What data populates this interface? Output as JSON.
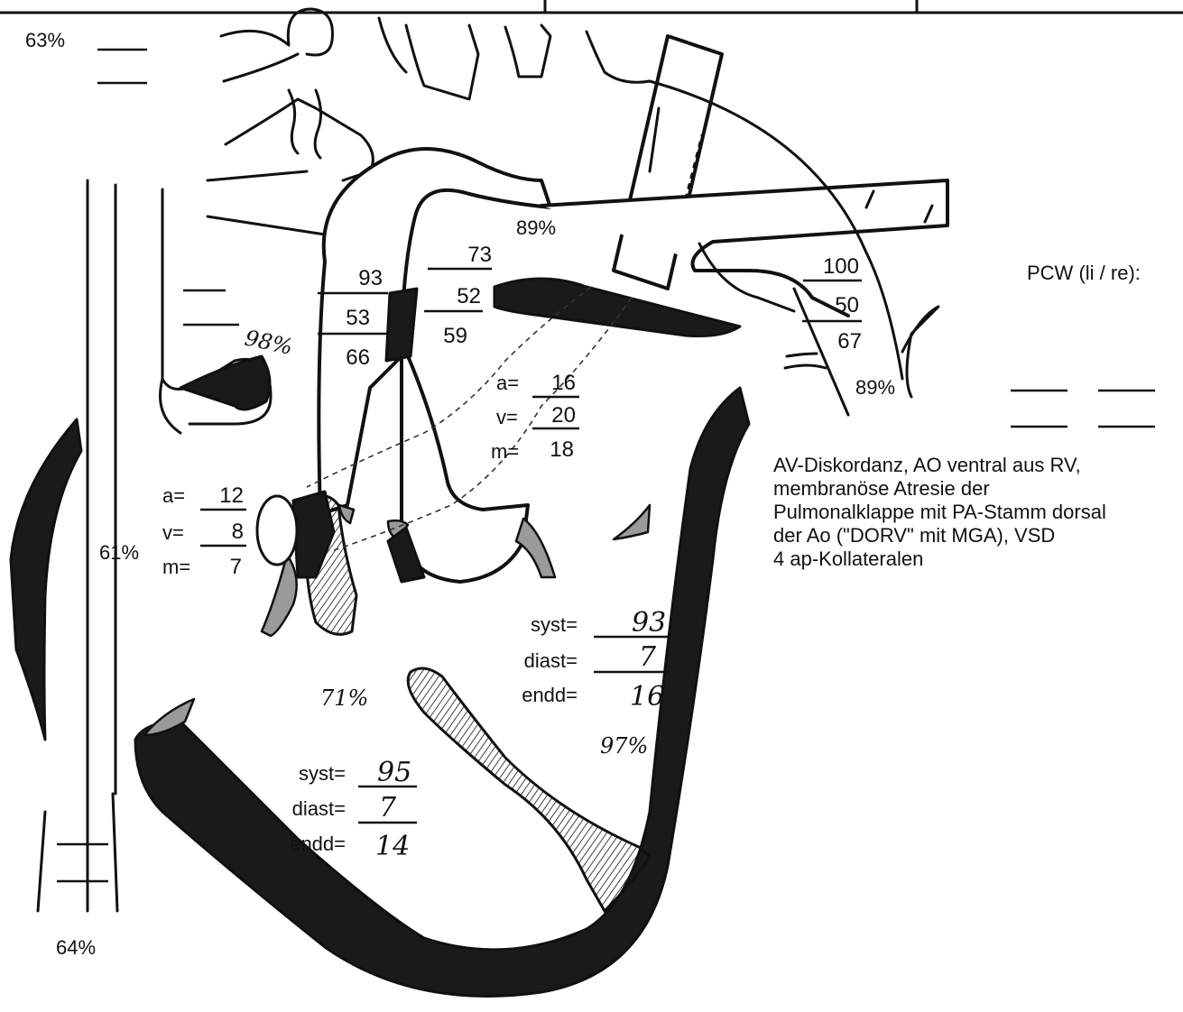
{
  "saturations": {
    "svc_upper": "63%",
    "right_atrium": "61%",
    "ivc": "64%",
    "left_atrium_handwritten": "98%",
    "pa_trunk": "89%",
    "collateral": "89%",
    "left_ventricle_handwritten": "71%",
    "right_ventricle_handwritten": "97%"
  },
  "pressures": {
    "ascending_aorta": {
      "systolic": "93",
      "diastolic": "53",
      "mean": "66"
    },
    "pulmonary_trunk": {
      "systolic": "73",
      "diastolic": "52",
      "mean": "59"
    },
    "collateral": {
      "systolic": "100",
      "diastolic": "50",
      "mean": "67"
    },
    "left_atrium": {
      "a_label": "a=",
      "a": "16",
      "v_label": "v=",
      "v": "20",
      "m_label": "m=",
      "m": "18"
    },
    "right_atrium": {
      "a_label": "a=",
      "a": "12",
      "v_label": "v=",
      "v": "8",
      "m_label": "m=",
      "m": "7"
    },
    "right_ventricle": {
      "syst_label": "syst=",
      "syst": "93",
      "diast_label": "diast=",
      "diast": "7",
      "endd_label": "endd=",
      "endd": "16"
    },
    "left_ventricle": {
      "syst_label": "syst=",
      "syst": "95",
      "diast_label": "diast=",
      "diast": "7",
      "endd_label": "endd=",
      "endd": "14"
    }
  },
  "pcw_label": "PCW (li / re):",
  "diagnosis": [
    "AV-Diskordanz, AO ventral aus RV,",
    "membranöse Atresie der",
    "Pulmonalklappe mit PA-Stamm dorsal",
    "der Ao (\"DORV\" mit MGA), VSD",
    "4 ap-Kollateralen"
  ]
}
